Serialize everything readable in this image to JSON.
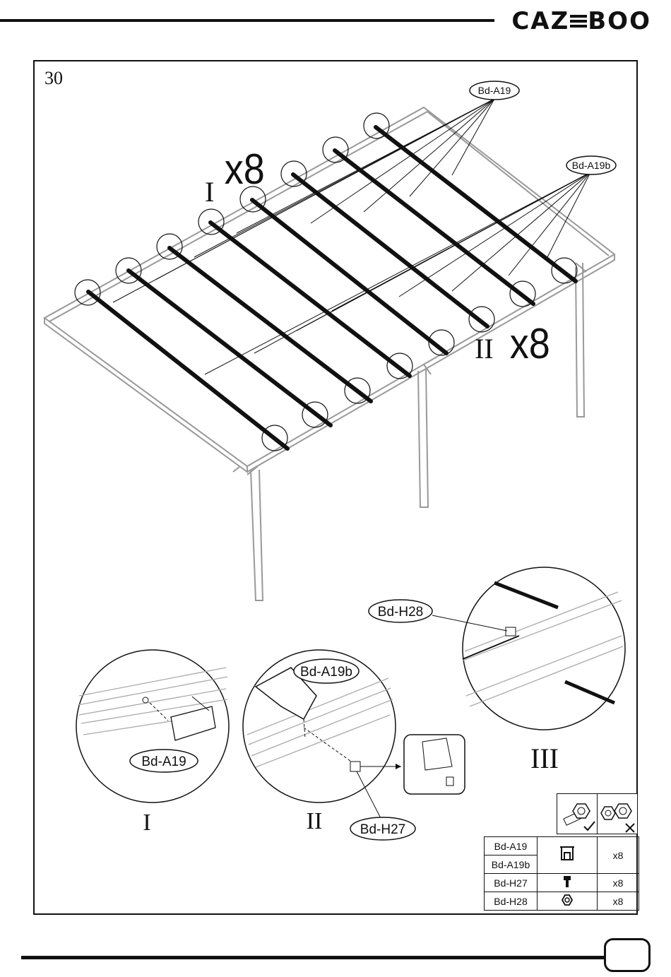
{
  "brand": {
    "name": "CAZ=BOO"
  },
  "step": {
    "number": "30"
  },
  "callouts": {
    "a19": "Bd-A19",
    "a19b": "Bd-A19b",
    "h27": "Bd-H27",
    "h28": "Bd-H28",
    "qty_left": "x8",
    "qty_right": "x8",
    "marker_left": "I",
    "marker_right": "II"
  },
  "details": [
    {
      "roman": "I",
      "label": "Bd-A19"
    },
    {
      "roman": "II",
      "label_top": "Bd-A19b",
      "label_bottom": "Bd-H27"
    },
    {
      "roman": "III",
      "label": "Bd-H28"
    }
  ],
  "torque_icons": [
    {
      "icon": "nut-bolt-ok-icon"
    },
    {
      "icon": "nut-bolt-wrong-icon"
    }
  ],
  "parts_table": [
    {
      "code": "Bd-A19",
      "icon": "channel-rail-icon",
      "qty": "x8"
    },
    {
      "code": "Bd-A19b",
      "icon": "channel-rail-icon",
      "qty": ""
    },
    {
      "code": "Bd-H27",
      "icon": "bolt-icon",
      "qty": "x8"
    },
    {
      "code": "Bd-H28",
      "icon": "nut-icon",
      "qty": "x8"
    }
  ]
}
